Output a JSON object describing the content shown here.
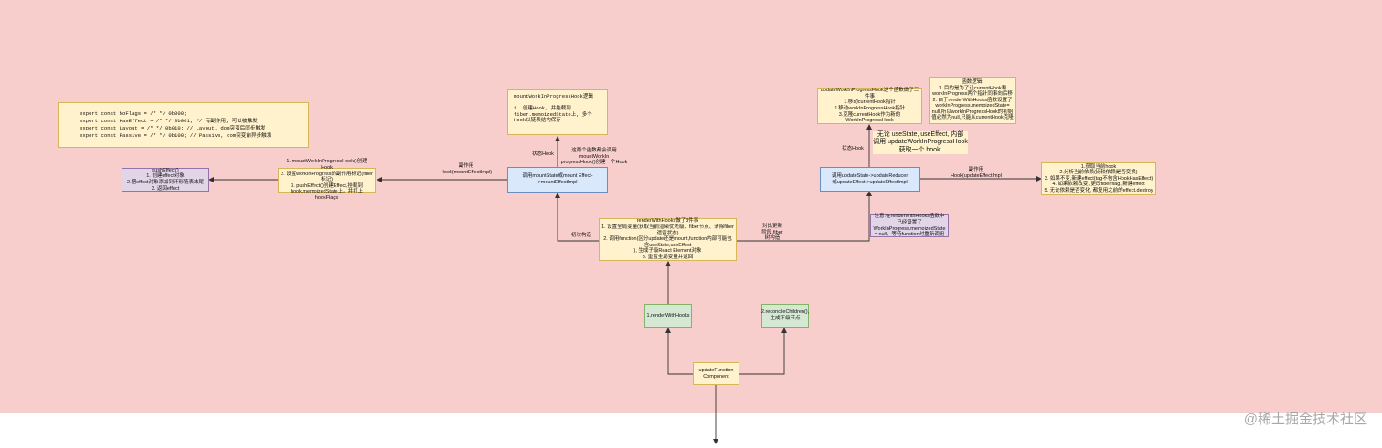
{
  "nodes": {
    "flags": "export const NoFlags = /*  */ 0b000;\nexport const HasEffect = /* */ 0b001; // 有副作用, 可以被触发\nexport const Layout = /*    */ 0b010; // Layout, dom突变后同步触发\nexport const Passive = /*   */ 0b100; // Passive, dom突变前异步触发",
    "push_effect": "pushEffect()\n1. 创建effect对象\n2.把effect对象添加到环形链表末尾\n3. 返回effect",
    "mount_steps": "1. mountWorkInProgressHook()创建Hook\n2. 设置workInProgress的副作用标记(fiber标记)\n3. pushEffect()创建Effect,挂载到hook.memoizedState上。并打上hookFlags",
    "mount_wip_hook": "mountWorkInProgressHook逻辑\n\n1. 创建Hook, 并挂载到fiber.memoizedState上, 多个Hook以链表结构保存",
    "mount_state": "调用mountState或mount Effect->mountEffectImpl",
    "render_with_hooks": "renderWithHooks做了3件事\n1. 设置全局变量(获取当前渲染优先级、fiber节点、清除fiber遗留状态)\n2. 调用function(区分update还是mount,function内部可能包含useState,useEffect\n), 生成子级React Element对象\n3. 重置全局变量并返回",
    "render_hooks_small": "1.renderWithHooks",
    "reconcile_children": "2.reconcileChildren(),\n生成下级节点",
    "update_function_component": "updateFunction\nComponent",
    "update_wip_hook": "updateWorkInProgressHook这个函数做了三件事\n1.移动currentHook指针\n2.移动workInProgressHook指针\n3.克隆currentHook作为新的WorkInProgressHook",
    "function_logic": "函数逻辑:\n1. 目的是为了让currentHook和workInProgress两个指针同事向后移\n2. 由于renderWithHooks函数设置了workInProgress.memoizedState= null,所以workInProgressHook的初始值必然为null,只能从currentHook克隆",
    "update_state": "调用updateState->updateReducer\n或updateEffect->updateEffectImpl",
    "note_reset": "注意:在renderWithHooks函数中已经设置了\nWorkInProgress.memoizedState = null。等待function时重新调用",
    "update_effect_steps": "1.获取当前hook\n2.分析当前依赖(比较依赖是否变换)\n3. 如果不变,新建effect(tag不包含HookHasEffect)\n4. 如果依赖改变, 更改fiber.flag, 新建effect\n5. 无论依赖是否变化, 都复用之前的effect.destroy"
  },
  "labels": {
    "side_effect_mount": "副作用\nHook(mountEffectImpl)",
    "state_hook_left": "状态Hook",
    "both_call": "这两个函数都会调用mountWorkIn\nprogressHook()创建一个Hook",
    "initial_build": "初次构造",
    "compare_update": "对比更新\n阶段,fiber\n树构造",
    "state_hook_right": "状态Hook",
    "side_effect_update": "副作用\nHook(updateEffectImpl",
    "regardless": "无论 useState, useEffect, 内部\n调用 updateWorkInProgressHook\n获取一个 hook."
  },
  "watermark": "@稀土掘金技术社区",
  "colors": {
    "canvas": "#f8cecc",
    "yellow_fill": "#fff2cc",
    "blue_fill": "#dae8fc",
    "purple_fill": "#e1d5e7",
    "green_fill": "#d5e8d4",
    "edge": "#333333"
  }
}
